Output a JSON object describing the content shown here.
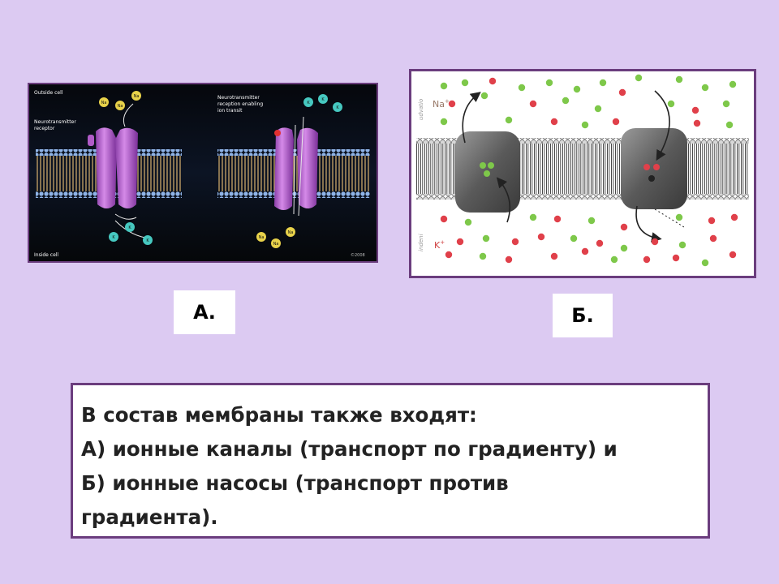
{
  "figure_a": {
    "outside_cell": "Outside cell",
    "receptor": [
      "Neurotransmitter",
      "receptor"
    ],
    "reception": [
      "Neurotransmitter",
      "reception enabling",
      "ion transit"
    ],
    "inside_cell": "Inside cell",
    "ion_na": "Na",
    "ion_k": "K",
    "ion_charge": "+",
    "credit": "©2008"
  },
  "figure_b": {
    "outside_word": "udvatio",
    "inside_word": "indeni",
    "ion_na": "Na",
    "ion_k": "K",
    "charge": "+"
  },
  "labels": {
    "a": "А.",
    "b": "Б."
  },
  "text": {
    "lines": [
      "В состав мембраны также входят:",
      "А) ионные каналы (транспорт по градиенту) и",
      "Б) ионные насосы (транспорт против",
      "градиента)."
    ]
  },
  "colors": {
    "background": "#dccaf2",
    "frame": "#6b3d7e",
    "na_ion": "#7ec84a",
    "k_ion": "#e0404a",
    "channel": "#c070d8"
  }
}
